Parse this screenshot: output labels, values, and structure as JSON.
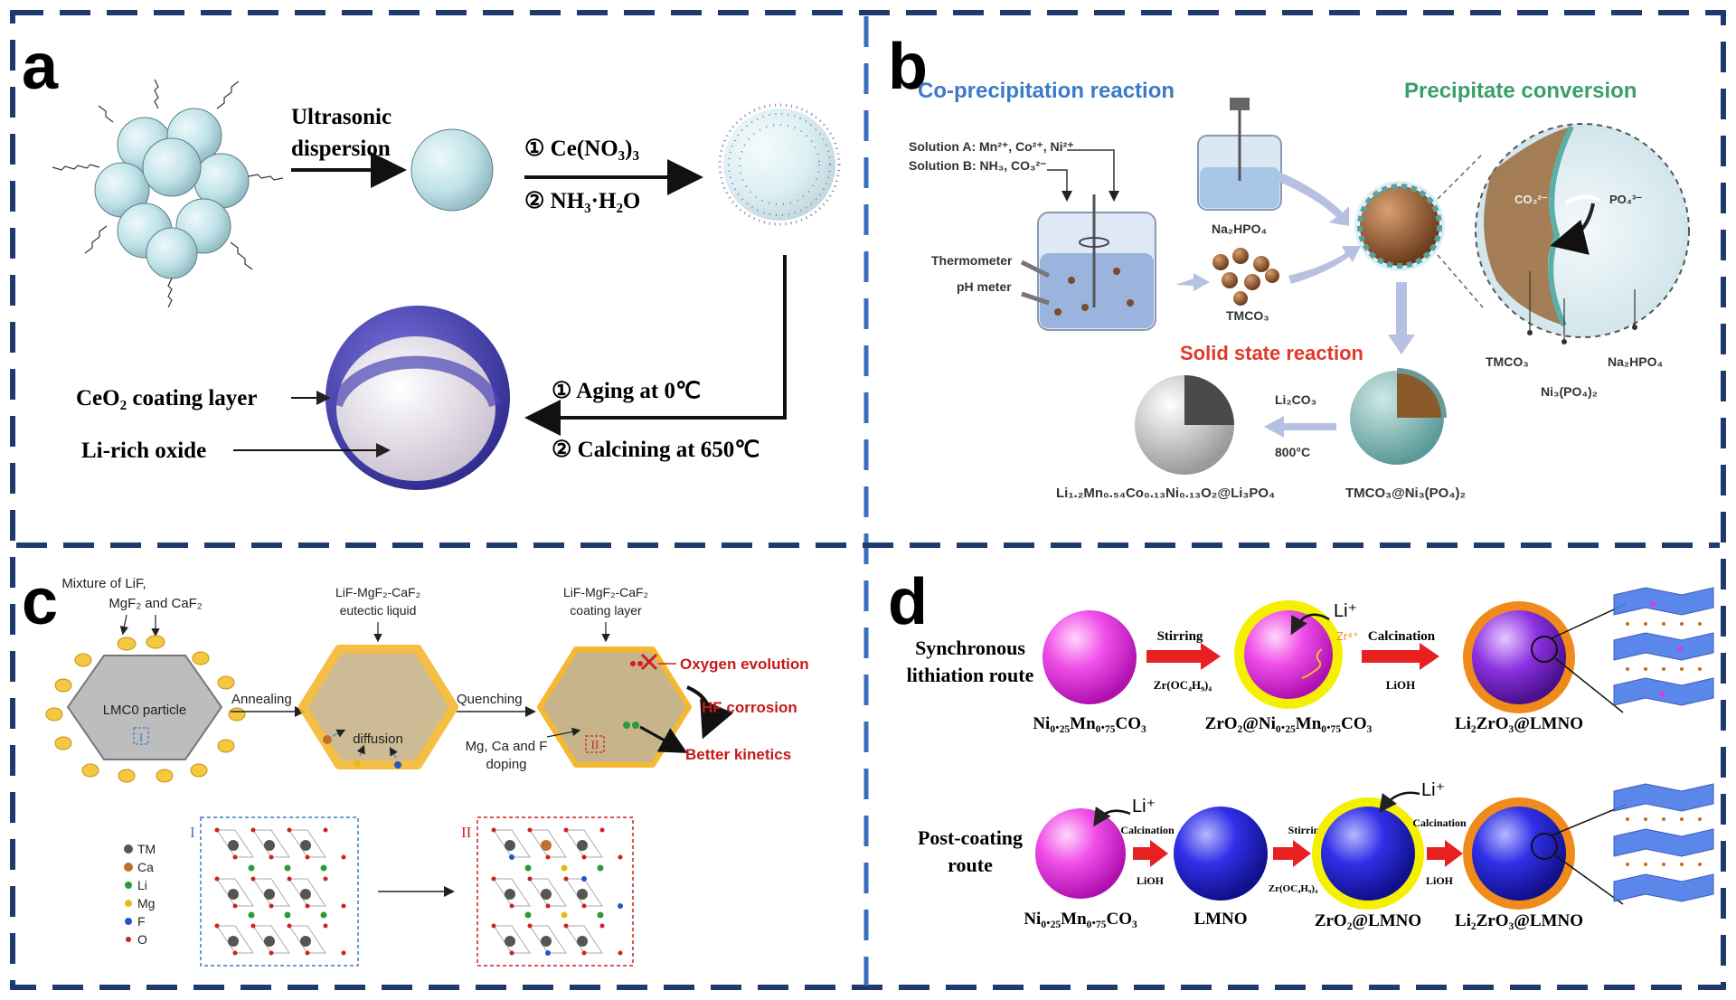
{
  "panels": {
    "a": {
      "letter": "a",
      "step1_line1": "Ultrasonic",
      "step1_line2": "dispersion",
      "step2_reagent1": "① Ce(NO₃)₃",
      "step2_reagent2": "② NH₃·H₂O",
      "step3_cond1": "① Aging at 0℃",
      "step3_cond2": "② Calcining at 650℃",
      "label_coating": "CeO₂ coating layer",
      "label_core": "Li-rich oxide",
      "colors": {
        "sphere": "#bfe3ea",
        "shell": "#4a44b5",
        "core": "#e6e0ea"
      }
    },
    "b": {
      "letter": "b",
      "title_left": "Co-precipitation reaction",
      "title_right": "Precipitate  conversion",
      "solution_a": "Solution A: Mn²⁺, Co²⁺, Ni²⁺",
      "solution_b": "Solution B: NH₃, CO₃²⁻",
      "thermometer": "Thermometer",
      "ph_meter": "pH meter",
      "na2hpo4": "Na₂HPO₄",
      "tmco3": "TMCO₃",
      "solid_state": "Solid state reaction",
      "li2co3": "Li₂CO₃",
      "temp": "800°C",
      "product_final": "Li₁.₂Mn₀.₅₄Co₀.₁₃Ni₀.₁₃O₂@Li₃PO₄",
      "product_mid": "TMCO₃@Ni₃(PO₄)₂",
      "zoom_co3": "CO₃²⁻",
      "zoom_po4": "PO₄³⁻",
      "zoom_tmco3": "TMCO₃",
      "zoom_ni3po4": "Ni₃(PO₄)₂",
      "zoom_na2hpo4": "Na₂HPO₄",
      "colors": {
        "title_left": "#3b7bc9",
        "title_right": "#3aa06a",
        "solid": "#e0392b"
      }
    },
    "c": {
      "letter": "c",
      "mixture_line1": "Mixture of LiF,",
      "mixture_line2": "MgF₂ and CaF₂",
      "eutectic_line1": "LiF-MgF₂-CaF₂",
      "eutectic_line2": "eutectic liquid",
      "coating_line1": "LiF-MgF₂-CaF₂",
      "coating_line2": "coating layer",
      "particle": "LMC0 particle",
      "annealing": "Annealing",
      "quenching": "Quenching",
      "diffusion": "diffusion",
      "oxygen": "Oxygen evolution",
      "hf": "HF corrosion",
      "kinetics": "Better kinetics",
      "doping_line1": "Mg, Ca and F",
      "doping_line2": "doping",
      "roman1": "I",
      "roman2": "II",
      "legend": [
        "TM",
        "Ca",
        "Li",
        "Mg",
        "F",
        "O"
      ],
      "legend_colors": [
        "#555555",
        "#c0702a",
        "#2a9a3a",
        "#e8b820",
        "#2454c8",
        "#d02020"
      ]
    },
    "d": {
      "letter": "d",
      "route1_line1": "Synchronous",
      "route1_line2": "lithiation route",
      "route2_line1": "Post-coating",
      "route2_line2": "route",
      "stirring": "Stirring",
      "zr_reagent": "Zr(OC₄H₉)₄",
      "calcination": "Calcination",
      "lioh": "LiOH",
      "li_ion": "Li⁺",
      "zr_ion": "Zr⁴⁺",
      "r1_p1": "Ni₀.₂₅Mn₀.₇₅CO₃",
      "r1_p2": "ZrO₂@Ni₀.₂₅Mn₀.₇₅CO₃",
      "r1_p3": "Li₂ZrO₃@LMNO",
      "r2_p1": "Ni₀.₂₅Mn₀.₇₅CO₃",
      "r2_p2": "LMNO",
      "r2_p3": "ZrO₂@LMNO",
      "r2_p4": "Li₂ZrO₃@LMNO",
      "colors": {
        "magenta": "#e03ad8",
        "blue": "#2a2ad8",
        "yellow": "#f4f000",
        "orange": "#f08a1a",
        "arrow": "#e82020"
      }
    }
  }
}
